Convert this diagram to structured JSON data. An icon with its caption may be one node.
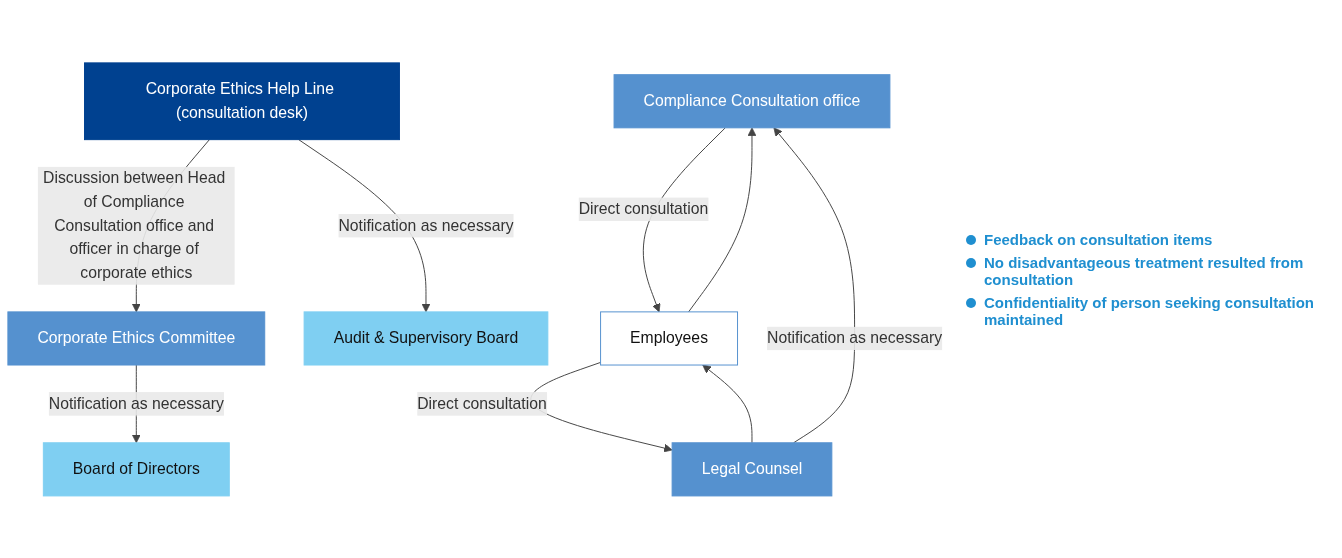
{
  "diagram": {
    "nodes": [
      {
        "text": [
          "Board of Directors"
        ]
      },
      {
        "text": [
          "Audit & Supervisory Board"
        ]
      },
      {
        "text": [
          "Corporate Ethics Committee"
        ]
      },
      {
        "text": [
          "Corporate Ethics Help Line (consultation desk)"
        ]
      },
      {
        "text": [
          "Compliance Consultation office"
        ]
      },
      {
        "text": [
          "Legal Counsel"
        ]
      },
      {
        "text": [
          "Employees"
        ]
      }
    ],
    "edges": [
      {
        "from": 2,
        "to": 0,
        "arrow": "to",
        "label": "Notification as necessary"
      },
      {
        "from": 3,
        "to": 2,
        "arrow": "to",
        "label": "Discussion between Head of Compliance Consultation office and officer in charge of corporate ethics"
      },
      {
        "from": 3,
        "to": 1,
        "arrow": "to",
        "label": "Notification as necessary"
      },
      {
        "from": 5,
        "to": 4,
        "arrow": "to",
        "label": "Notification as necessary"
      },
      {
        "from": 4,
        "to": 6,
        "arrow": "to",
        "label": "Direct consultation"
      },
      {
        "from": 6,
        "to": 4,
        "arrow": "to"
      },
      {
        "from": 5,
        "to": 6,
        "arrow": "to"
      },
      {
        "from": 6,
        "to": 5,
        "arrow": "to",
        "label": "Direct consultation"
      }
    ],
    "labels": [
      "Feedback on consultation items",
      "No disadvantageous treatment resulted from consultation",
      "Confidentiality of person seeking consultation maintained"
    ]
  }
}
